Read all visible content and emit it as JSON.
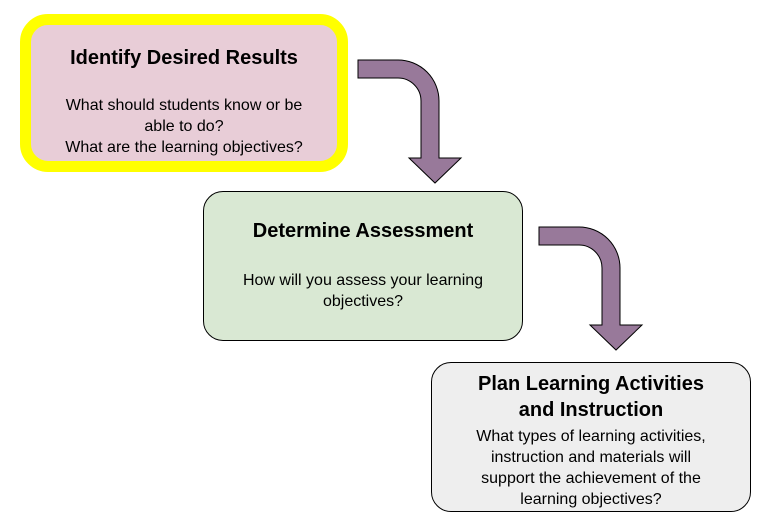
{
  "steps": [
    {
      "title": "Identify Desired Results",
      "body_lines": [
        "What should students know or be",
        "able to do?",
        "What are the learning objectives?"
      ]
    },
    {
      "title": "Determine Assessment",
      "body_lines": [
        "How will you assess your learning",
        "objectives?"
      ]
    },
    {
      "title_lines": [
        "Plan Learning Activities",
        "and Instruction"
      ],
      "body_lines": [
        "What types of learning activities,",
        "instruction and materials will",
        "support the achievement of the",
        "learning objectives?"
      ]
    }
  ],
  "colors": {
    "step1_fill": "#e8cdd7",
    "step1_highlight": "#ffff00",
    "step2_fill": "#d9e8d3",
    "step3_fill": "#eeeeee",
    "arrow_fill": "#98799a",
    "arrow_stroke": "#000000"
  },
  "icons": [
    "curved-down-arrow",
    "curved-down-arrow"
  ]
}
